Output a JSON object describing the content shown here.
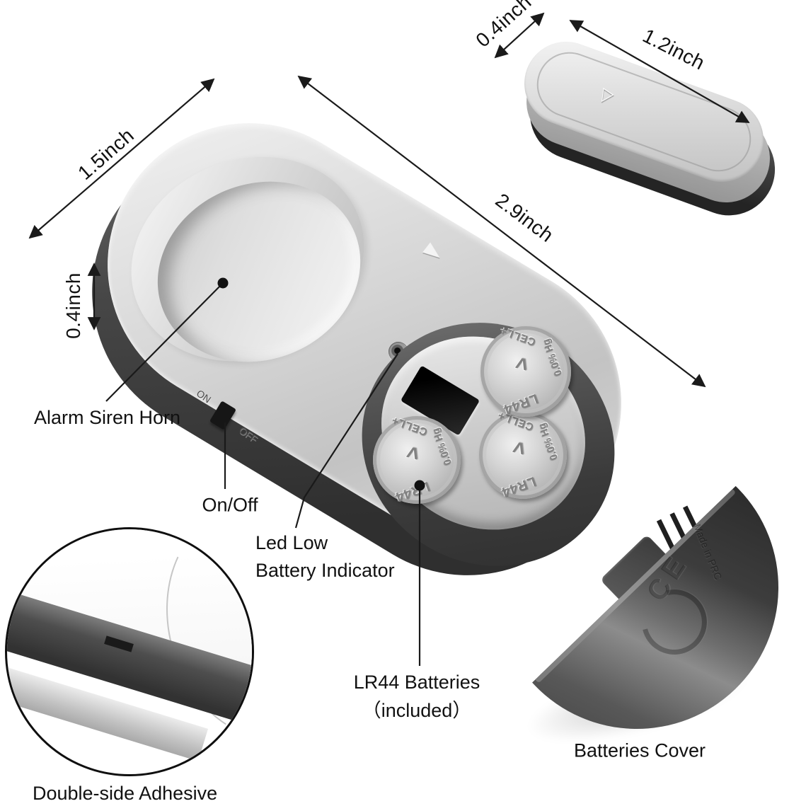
{
  "dimensions": {
    "magnet_width": "0.4inch",
    "magnet_length": "1.2inch",
    "main_width": "1.5inch",
    "main_thickness": "0.4inch",
    "main_length": "2.9inch"
  },
  "callouts": {
    "alarm_siren_horn": "Alarm Siren Horn",
    "on_off": "On/Off",
    "led_low_battery": [
      "Led Low",
      "Battery Indicator"
    ],
    "lr44_batteries": [
      "LR44 Batteries",
      "（included）"
    ],
    "batteries_cover": "Batteries Cover",
    "double_side_adhesive": "Double-side Adhesive"
  },
  "engravings": {
    "switch_on": "ON",
    "switch_off": "OFF",
    "battery_model": "LR44",
    "battery_cell": "CELL+",
    "battery_hg": "0.0% Hg",
    "cover_ce": "CE",
    "cover_made_in": "Made in PRC"
  },
  "icons": {
    "magnet_triangle": "▽",
    "battery_chevron": "<"
  },
  "colors": {
    "background": "#ffffff",
    "annotation_line": "#1a1a1a",
    "text": "#111111",
    "silver": "#d7d7d7",
    "dark_shell": "#3a3a3a"
  }
}
